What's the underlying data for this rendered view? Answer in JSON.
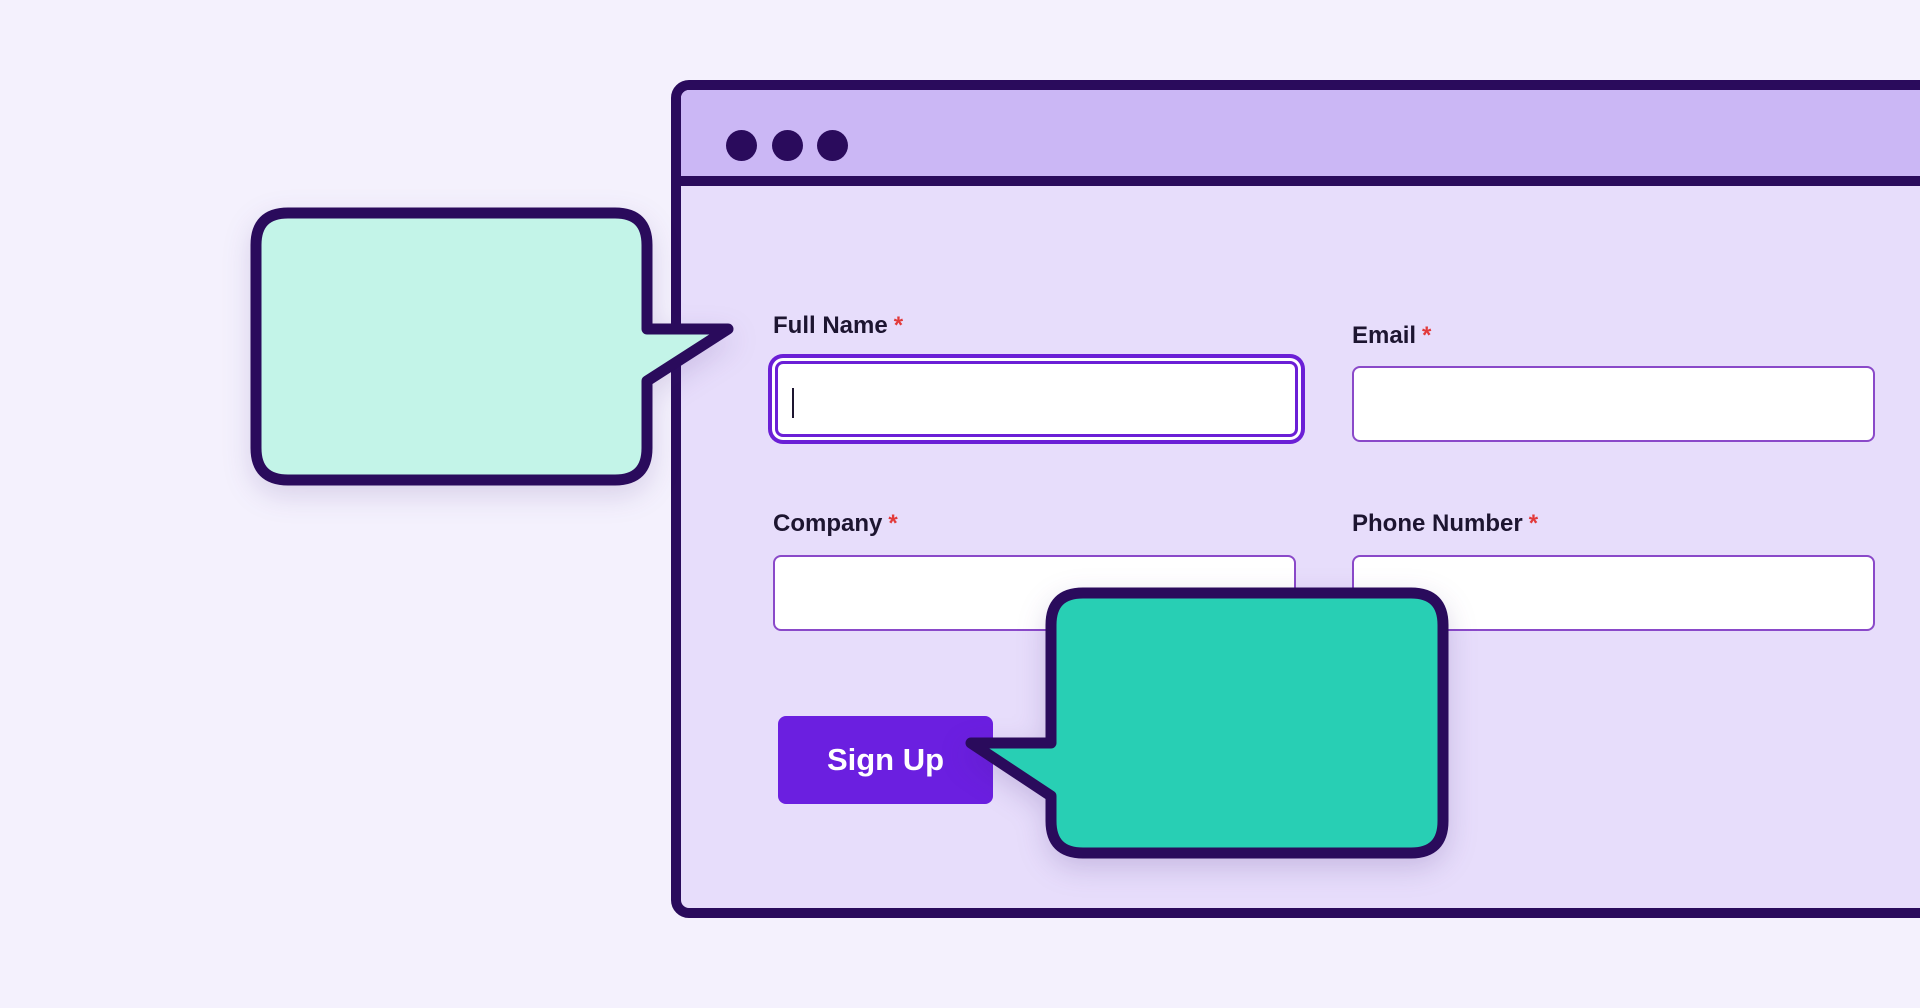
{
  "window": {
    "controls": [
      "dot",
      "dot",
      "dot"
    ]
  },
  "form": {
    "fields": [
      {
        "label": "Full Name",
        "required_mark": "*",
        "value": "",
        "focused": true
      },
      {
        "label": "Email",
        "required_mark": "*",
        "value": "",
        "focused": false
      },
      {
        "label": "Company",
        "required_mark": "*",
        "value": "",
        "focused": false
      },
      {
        "label": "Phone Number",
        "required_mark": "*",
        "value": "",
        "focused": false
      }
    ],
    "submit_label": "Sign Up"
  },
  "colors": {
    "page_background": "#f4f1fd",
    "window_border": "#2a0b5c",
    "window_body": "#e7ddfb",
    "titlebar": "#cbb7f5",
    "accent": "#6b1fe0",
    "required_mark": "#e23a3a",
    "bubble_light": "#c3f4e8",
    "bubble_dark": "#28cfb4"
  }
}
